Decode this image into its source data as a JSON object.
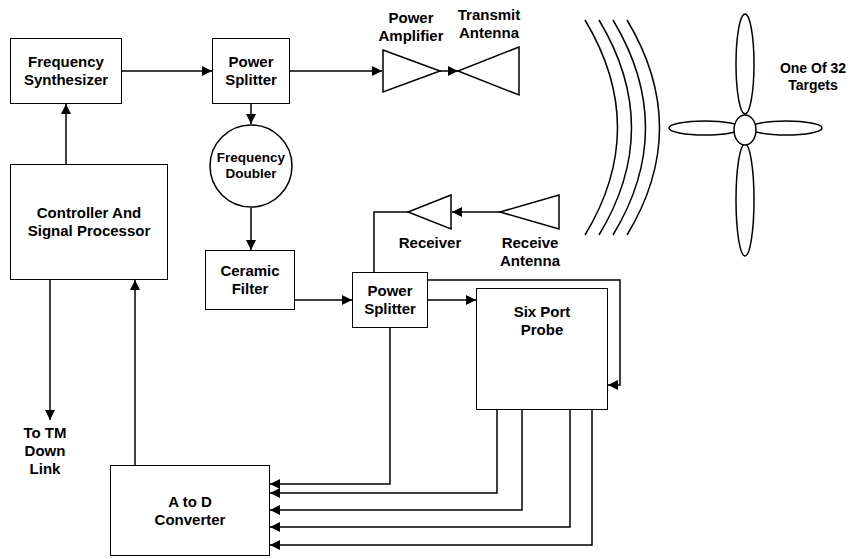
{
  "diagram": {
    "nodes": [
      {
        "text": [
          "Frequency Synthesizer"
        ]
      },
      {
        "text": [
          "Power Splitter"
        ]
      },
      {
        "text": [
          "Power Amplifier"
        ]
      },
      {
        "text": [
          "Transmit Antenna"
        ]
      },
      {
        "text": [
          "Frequency Doubler"
        ]
      },
      {
        "text": [
          "Controller And Signal Processor"
        ]
      },
      {
        "text": [
          "Receiver"
        ]
      },
      {
        "text": [
          "Receive Antenna"
        ]
      },
      {
        "text": [
          "Ceramic Filter"
        ]
      },
      {
        "text": [
          "Power Splitter"
        ]
      },
      {
        "text": [
          "Six Port Probe"
        ]
      },
      {
        "text": [
          "A to D Converter"
        ]
      }
    ],
    "edges": [
      {
        "from": 5,
        "to": 0,
        "arrow": "to"
      },
      {
        "from": 0,
        "to": 1,
        "arrow": "to"
      },
      {
        "from": 1,
        "to": 2,
        "arrow": "to"
      },
      {
        "from": 2,
        "to": 3,
        "arrow": "to"
      },
      {
        "from": 1,
        "to": 4,
        "arrow": "to"
      },
      {
        "from": 4,
        "to": 8,
        "arrow": "to"
      },
      {
        "from": 8,
        "to": 9,
        "arrow": "to"
      },
      {
        "from": 9,
        "to": 10,
        "arrow": "to"
      },
      {
        "from": 7,
        "to": 6,
        "arrow": "to"
      },
      {
        "from": 6,
        "to": 10,
        "arrow": "to"
      },
      {
        "from": 9,
        "to": 11,
        "arrow": "to"
      },
      {
        "from": 10,
        "to": 11,
        "arrow": "to"
      },
      {
        "from": 10,
        "to": 11,
        "arrow": "to"
      },
      {
        "from": 10,
        "to": 11,
        "arrow": "to"
      },
      {
        "from": 10,
        "to": 11,
        "arrow": "to"
      },
      {
        "from": 11,
        "to": 5,
        "arrow": "to"
      }
    ],
    "labels": [
      "One Of 32 Targets",
      "To TM Down Link"
    ]
  }
}
